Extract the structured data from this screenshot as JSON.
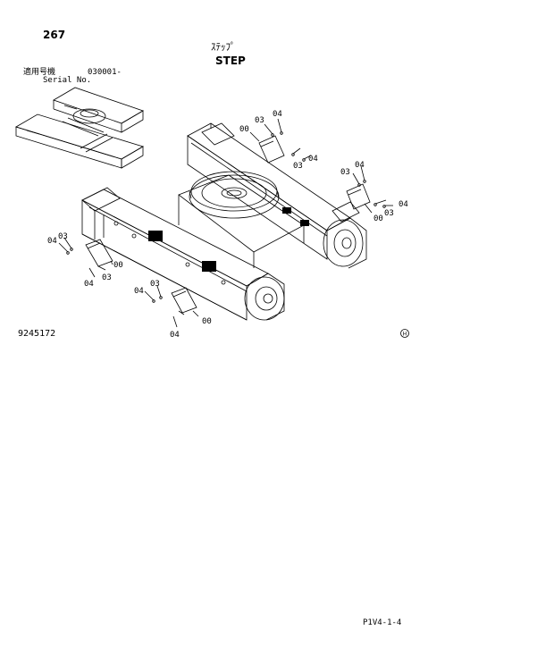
{
  "header": {
    "page_number": "267",
    "title_jp": "ｽﾃｯﾌﾟ",
    "title_en": "STEP",
    "serial_label_jp": "適用号機",
    "serial_value": "030001-",
    "serial_label_en": "Serial No."
  },
  "figure": {
    "number": "9245172",
    "watermark_symbol": "H",
    "callouts": [
      "03",
      "04",
      "00",
      "03",
      "04",
      "03",
      "04",
      "00",
      "03",
      "04",
      "04",
      "03",
      "00",
      "04",
      "03",
      "04",
      "03",
      "00",
      "04"
    ]
  },
  "footer": {
    "code": "P1V4-1-4"
  }
}
